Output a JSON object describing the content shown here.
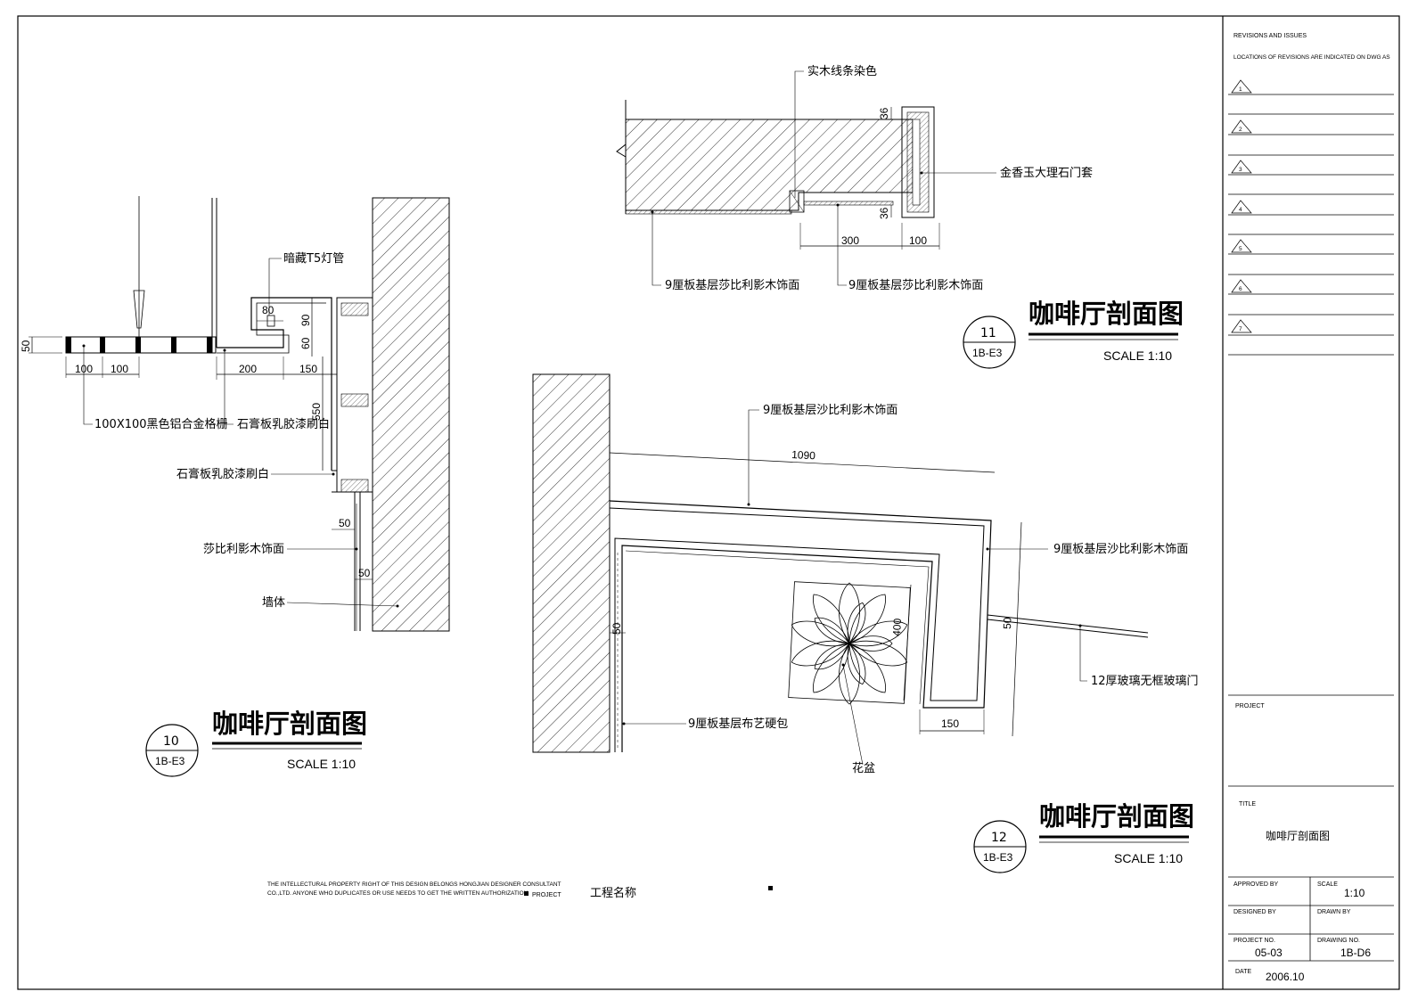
{
  "title_block": {
    "revisions_heading": "REVISIONS AND ISSUES",
    "revisions_note": "LOCATIONS OF REVISIONS ARE INDICATED ON DWG AS",
    "revision_marks": [
      "1",
      "2",
      "3",
      "4",
      "5",
      "6",
      "7"
    ],
    "project_label": "PROJECT",
    "title_label": "TITLE",
    "title_value": "咖啡厅剖面图",
    "approved_by_label": "APPROVED BY",
    "scale_label": "SCALE",
    "scale_value": "1:10",
    "designed_by_label": "DESIGNED BY",
    "drawn_by_label": "DRAWN BY",
    "project_no_label": "PROJECT NO.",
    "project_no_value": "05-03",
    "drawing_no_label": "DRAWING NO.",
    "drawing_no_value": "1B-D6",
    "date_label": "DATE",
    "date_value": "2006.10"
  },
  "footer": {
    "copyright_line1": "THE INTELLECTURAL PROPERTY RIGHT OF THIS DESIGN BELONGS HONGJIAN DESIGNER CONSULTANT",
    "copyright_line2": "CO.,LTD. ANYONE WHO DUPLICATES OR USE NEEDS TO GET THE WRITTEN AUTHORIZATION",
    "project_label": "PROJECT",
    "project_name": "工程名称"
  },
  "detail_10": {
    "title": "咖啡厅剖面图",
    "number": "10",
    "sheet_ref": "1B-E3",
    "scale": "SCALE  1:10",
    "labels": {
      "lamp": "暗藏T5灯管",
      "grille": "100X100黑色铝合金格栅",
      "gypsum1": "石膏板乳胶漆刷白",
      "gypsum2": "石膏板乳胶漆刷白",
      "veneer": "莎比利影木饰面",
      "wall": "墙体"
    },
    "dims": {
      "d50_left": "50",
      "d100a": "100",
      "d100b": "100",
      "d80": "80",
      "d90": "90",
      "d60": "60",
      "d200": "200",
      "d150": "150",
      "d550": "550",
      "d50a": "50",
      "d50b": "50"
    }
  },
  "detail_11": {
    "title": "咖啡厅剖面图",
    "number": "11",
    "sheet_ref": "1B-E3",
    "scale": "SCALE  1:10",
    "labels": {
      "wood_strip": "实木线条染色",
      "marble": "金香玉大理石门套",
      "veneer_left": "9厘板基层莎比利影木饰面",
      "veneer_right": "9厘板基层莎比利影木饰面"
    },
    "dims": {
      "d36a": "36",
      "d36b": "36",
      "d300": "300",
      "d100": "100"
    }
  },
  "detail_12": {
    "title": "咖啡厅剖面图",
    "number": "12",
    "sheet_ref": "1B-E3",
    "scale": "SCALE  1:10",
    "labels": {
      "top_veneer": "9厘板基层沙比利影木饰面",
      "right_veneer": "9厘板基层沙比利影木饰面",
      "glass_door": "12厚玻璃无框玻璃门",
      "fabric": "9厘板基层布艺硬包",
      "planter": "花盆"
    },
    "dims": {
      "d1090": "1090",
      "d50_top": "50",
      "d400": "400",
      "d50_left": "50",
      "d150": "150"
    }
  }
}
